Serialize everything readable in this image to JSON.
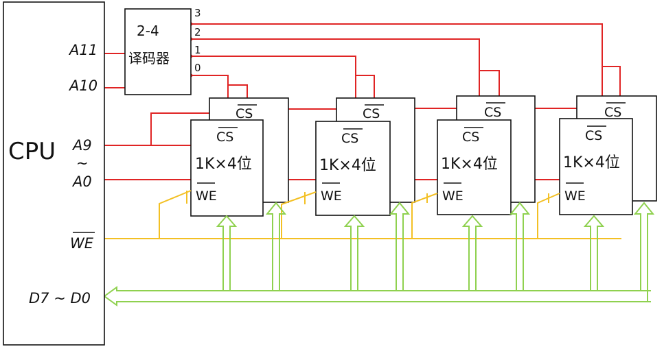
{
  "cpu": {
    "label": "CPU",
    "pins": {
      "a11": "A11",
      "a10": "A10",
      "a9_top": "A9",
      "tilde": "~",
      "a0": "A0",
      "we": "WE",
      "data_bus": "D7 ~ D0"
    }
  },
  "decoder": {
    "title": "2-4",
    "subtitle": "译码器",
    "outputs": [
      "3",
      "2",
      "1",
      "0"
    ]
  },
  "chips": [
    {
      "cs": "CS",
      "size": "1K×4位",
      "we": "WE"
    },
    {
      "cs": "CS",
      "size": "1K×4位",
      "we": "WE"
    },
    {
      "cs": "CS",
      "size": "1K×4位",
      "we": "WE"
    },
    {
      "cs": "CS",
      "size": "1K×4位",
      "we": "WE"
    }
  ],
  "back_chips": [
    {
      "cs": "CS"
    },
    {
      "cs": "CS"
    },
    {
      "cs": "CS"
    },
    {
      "cs": "CS"
    }
  ],
  "colors": {
    "address_lines": "#e02424",
    "we_line": "#f3c024",
    "data_bus": "#8fd14f",
    "outline": "#111111"
  }
}
